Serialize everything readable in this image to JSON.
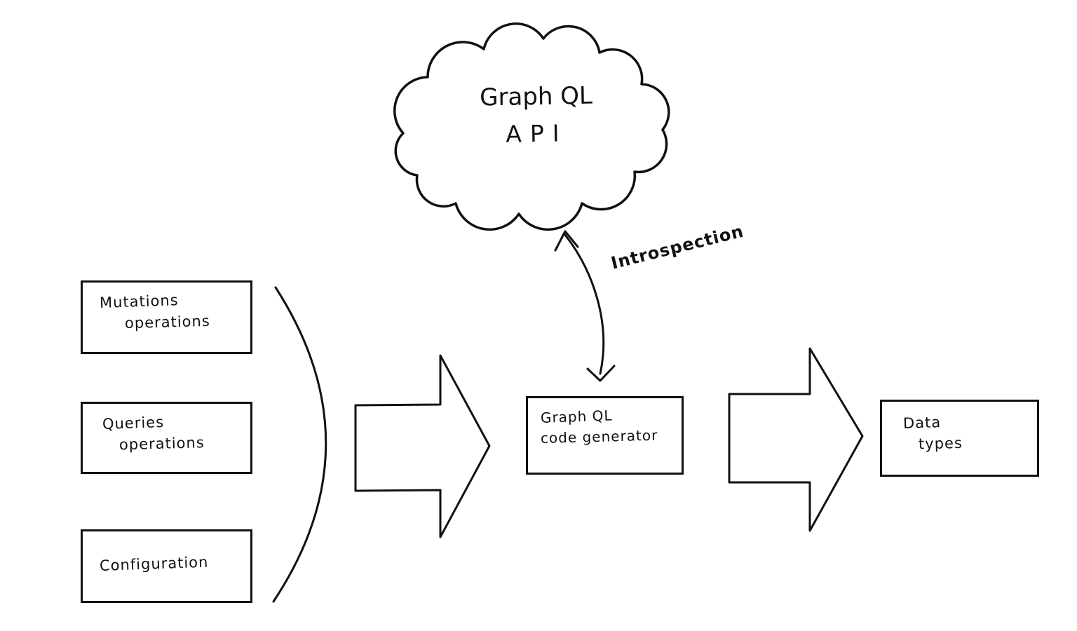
{
  "diagram": {
    "cloud": {
      "line1": "Graph QL",
      "line2": "API"
    },
    "input_boxes": [
      {
        "line1": "Mutations",
        "line2": "operations"
      },
      {
        "line1": "Queries",
        "line2": "operations"
      },
      {
        "line1": "Configuration"
      }
    ],
    "generator_box": {
      "line1": "Graph QL",
      "line2": "code generator"
    },
    "output_box": {
      "line1": "Data",
      "line2": "types"
    },
    "introspection_label": "Introspection",
    "colors": {
      "ink": "#111111",
      "background": "#ffffff"
    }
  }
}
